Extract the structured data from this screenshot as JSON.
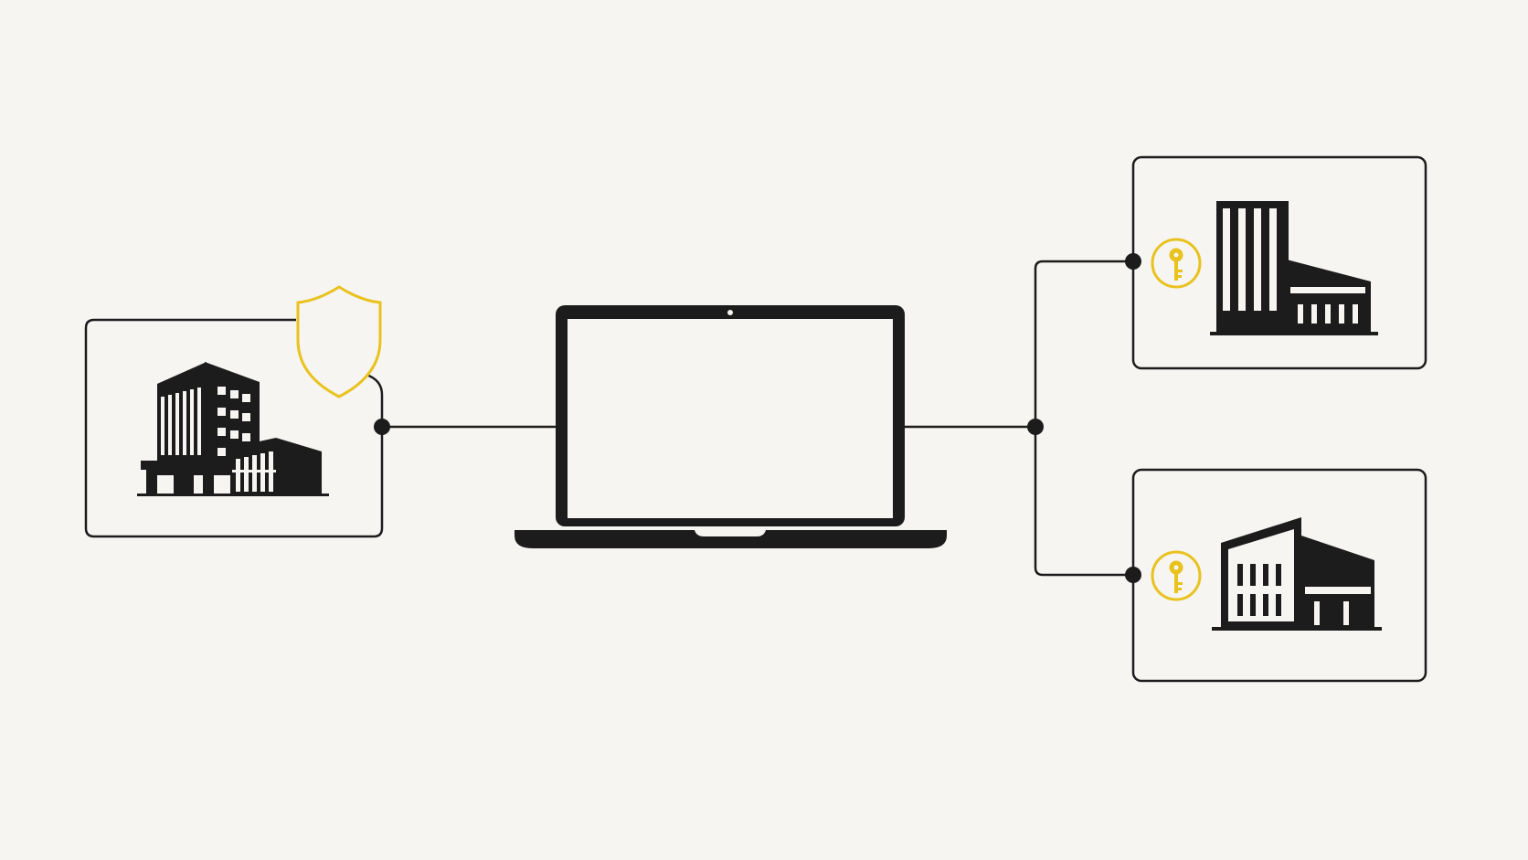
{
  "colors": {
    "background": "#f6f5f2",
    "ink": "#1c1c1c",
    "accent": "#e9c21e"
  },
  "nodes": [
    {
      "id": "office-left",
      "icon": "office-building-icon",
      "badge": "shield-icon"
    },
    {
      "id": "laptop",
      "icon": "laptop-icon"
    },
    {
      "id": "office-top-right",
      "icon": "factory-building-icon",
      "badge": "key-icon"
    },
    {
      "id": "office-bottom-right",
      "icon": "warehouse-building-icon",
      "badge": "key-icon"
    }
  ],
  "edges": [
    {
      "from": "office-left",
      "to": "laptop"
    },
    {
      "from": "laptop",
      "to": "office-top-right"
    },
    {
      "from": "laptop",
      "to": "office-bottom-right"
    }
  ]
}
